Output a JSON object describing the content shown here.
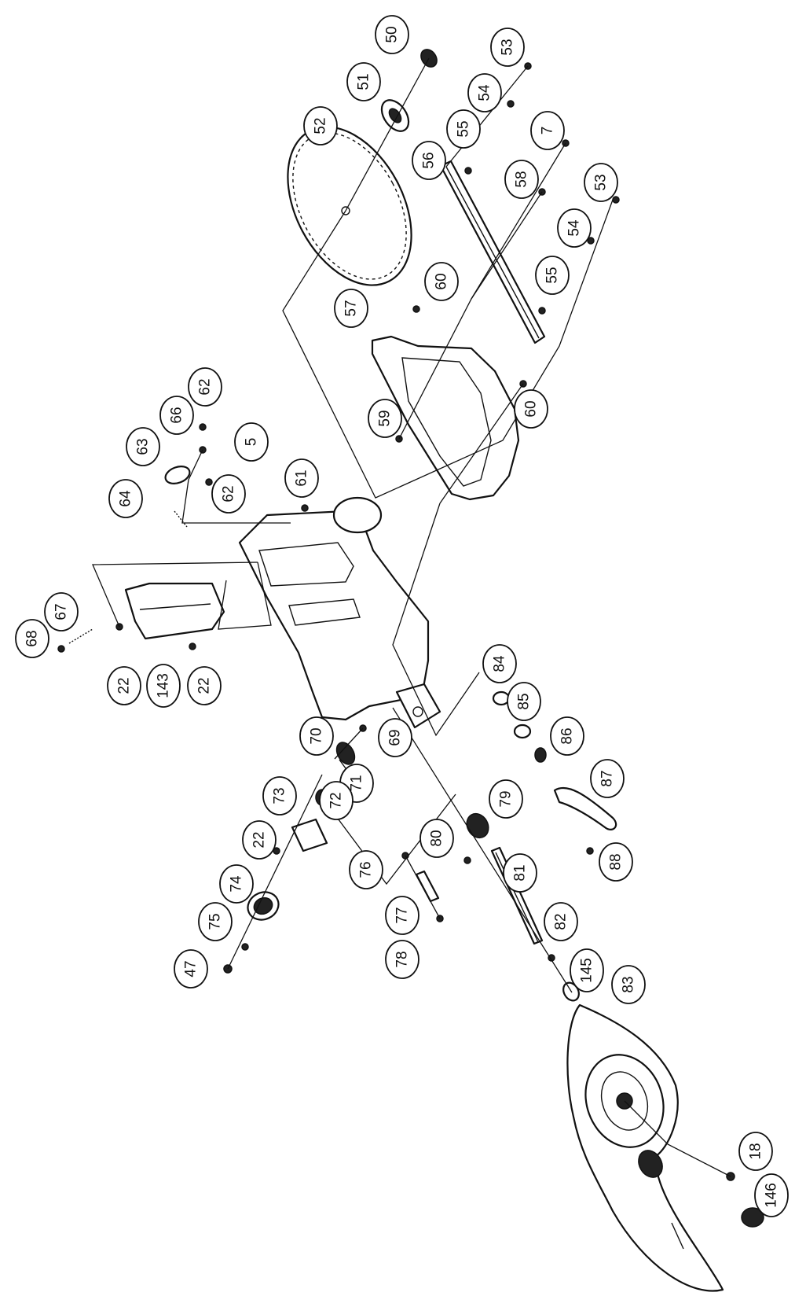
{
  "diagram": {
    "type": "exploded parts diagram",
    "callouts": [
      "50",
      "51",
      "52",
      "53",
      "54",
      "55",
      "56",
      "7",
      "58",
      "53",
      "54",
      "55",
      "57",
      "60",
      "59",
      "60",
      "62",
      "66",
      "63",
      "5",
      "64",
      "62",
      "61",
      "67",
      "68",
      "143",
      "22",
      "22",
      "70",
      "69",
      "71",
      "72",
      "73",
      "22",
      "74",
      "75",
      "47",
      "76",
      "77",
      "78",
      "80",
      "79",
      "81",
      "82",
      "145",
      "83",
      "84",
      "85",
      "86",
      "87",
      "88",
      "18",
      "146"
    ]
  }
}
